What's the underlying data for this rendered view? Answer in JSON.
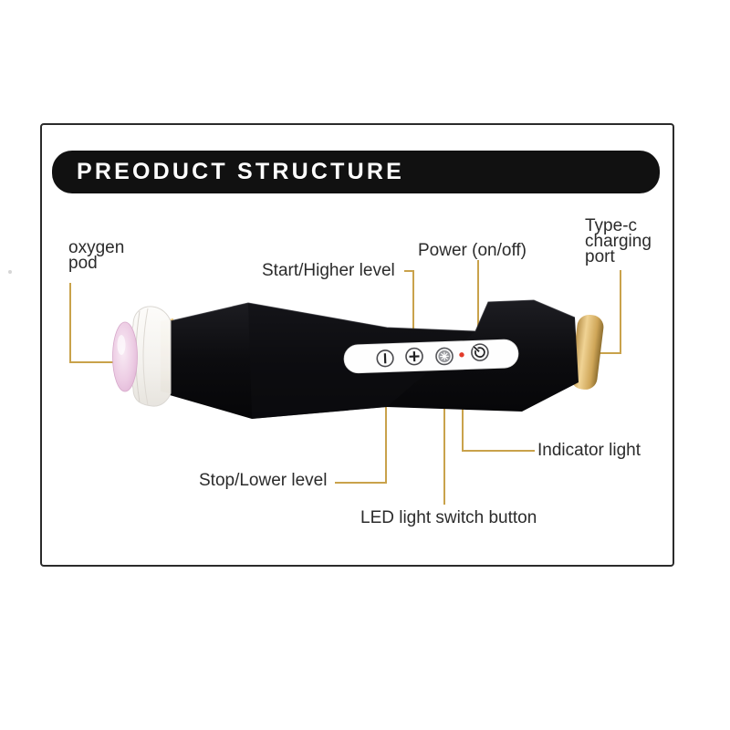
{
  "header": {
    "title": "PREODUCT STRUCTURE"
  },
  "labels": {
    "oxygen_pod": "oxygen pod",
    "start_higher_level": "Start/Higher level",
    "power": "Power (on/off)",
    "type_c_charging_port": "Type-c charging port",
    "indicator_light": "Indicator light",
    "stop_lower_level": "Stop/Lower level",
    "led_light_switch": "LED light switch button"
  },
  "device": {
    "parts": [
      {
        "name": "oxygen-pod",
        "label": "oxygen pod"
      },
      {
        "name": "stop-lower-button",
        "icon": "vertical-bar-icon"
      },
      {
        "name": "start-higher-button",
        "icon": "plus-icon"
      },
      {
        "name": "led-light-switch-button",
        "icon": "starburst-icon"
      },
      {
        "name": "indicator-light",
        "icon": "red-dot-icon"
      },
      {
        "name": "power-button",
        "icon": "power-icon"
      },
      {
        "name": "type-c-charging-port",
        "part": "gold-end-cap"
      }
    ]
  },
  "colors": {
    "leader_line": "#c9a24b",
    "title_bar": "#111111",
    "title_text": "#ffffff",
    "label_text": "#2b2b2b",
    "frame_border": "#2b2b2b",
    "device_body": "#0d0d10",
    "gold_cap": "#cfa658",
    "pod_pink": "#e9c4df",
    "control_panel": "#ffffff",
    "indicator_red": "#e23b2a"
  }
}
